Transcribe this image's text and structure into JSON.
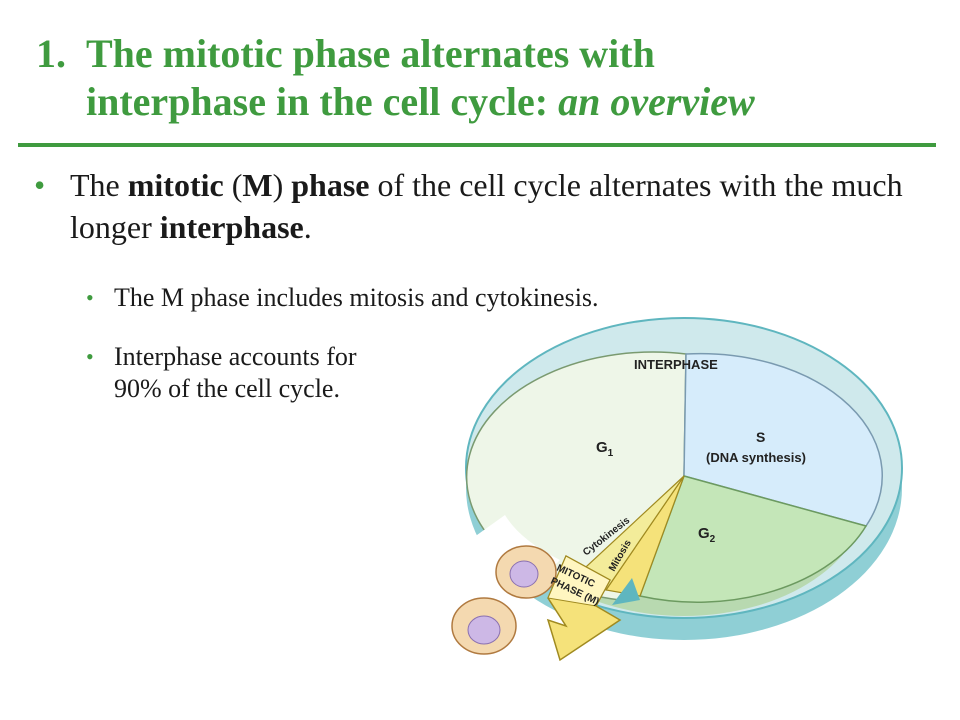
{
  "slide": {
    "title_number": "1.",
    "title_line1": "The mitotic phase alternates with",
    "title_line2_plain": "interphase in the cell cycle:",
    "title_line2_italic": "an overview"
  },
  "bullet1": {
    "part1": "The ",
    "bold1": "mitotic",
    "part2": " (",
    "bold2": "M",
    "part3": ") ",
    "bold3": "phase",
    "part4": " of the cell cycle alternates with the much longer ",
    "bold4": "interphase",
    "part5": "."
  },
  "sub_bullets": [
    "The M phase includes mitosis and cytokinesis.",
    "Interphase accounts for 90% of the cell cycle."
  ],
  "diagram": {
    "interphase_label": "INTERPHASE",
    "g1": "G",
    "g1_sub": "1",
    "s": "S",
    "s_desc": "(DNA synthesis)",
    "g2": "G",
    "g2_sub": "2",
    "cytokinesis": "Cytokinesis",
    "mitosis": "Mitosis",
    "mitotic_phase_line1": "MITOTIC",
    "mitotic_phase_line2": "PHASE (M)",
    "colors": {
      "g1": "#eef6e8",
      "s": "#d6ecfb",
      "g2": "#c4e6b8",
      "m": "#f5e27a",
      "ring": "#cfe9ec",
      "ring_edge": "#5fb6bf"
    }
  }
}
